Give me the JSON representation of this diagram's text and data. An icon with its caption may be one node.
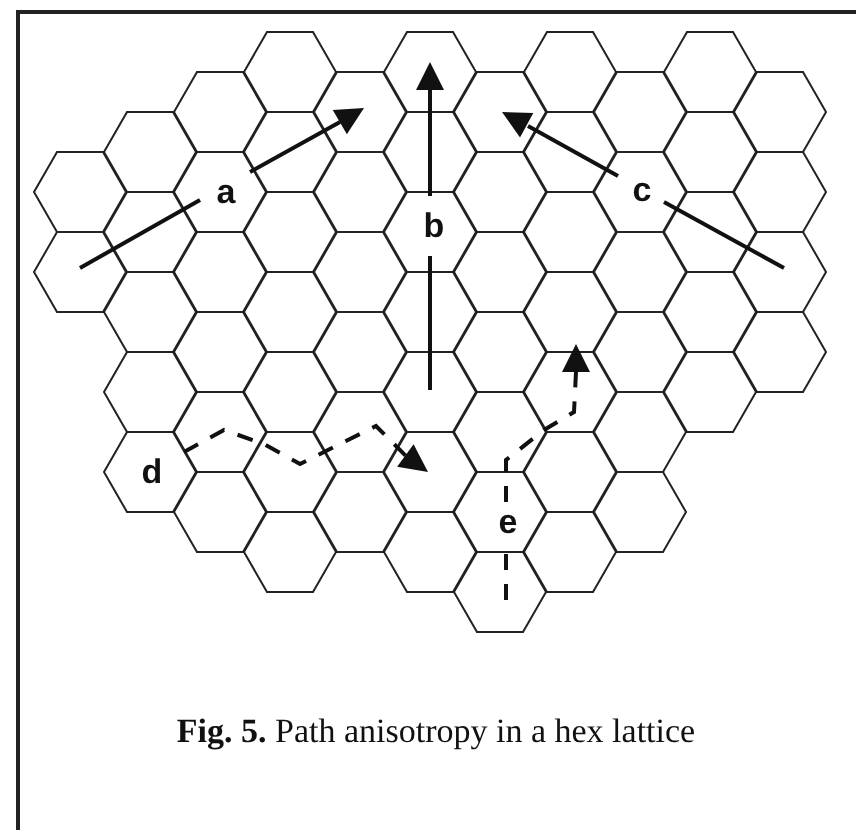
{
  "diagram": {
    "caption": "**Fig. 5.** Path anisotropy in a hex lattice",
    "labels": [
      "a",
      "b",
      "c",
      "d",
      "e"
    ]
  }
}
